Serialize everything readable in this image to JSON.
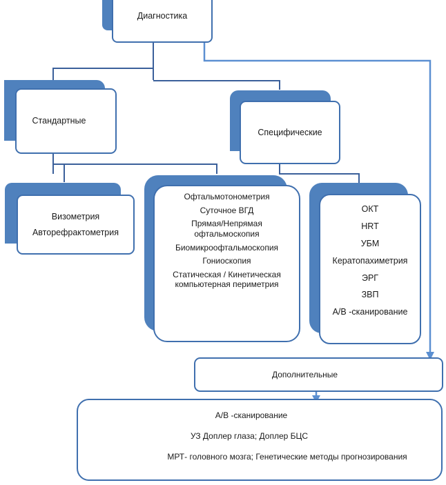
{
  "nodes": {
    "root": {
      "label": "Диагностика"
    },
    "standard": {
      "label": "Стандартные"
    },
    "specific": {
      "label": "Специфические"
    },
    "standard_list_1": {
      "lines": [
        "Визометрия",
        "Авторефрактометрия"
      ]
    },
    "standard_list_2": {
      "lines": [
        "Офтальмотонометрия",
        "Суточное ВГД",
        "Прямая/Непрямая",
        "офтальмоскопия",
        "Биомикроофтальмоскопия",
        "Гониоскопия",
        "Статическая / Кинетическая",
        "компьютерная периметрия"
      ]
    },
    "specific_list": {
      "lines": [
        "ОКТ",
        "HRT",
        "УБМ",
        "Кератопахиметрия",
        "ЭРГ",
        "ЗВП",
        "А/В -сканирование"
      ]
    },
    "additional": {
      "label": "Дополнительные"
    },
    "additional_list": {
      "lines": [
        "А/В -сканирование",
        "УЗ Доплер глаза; Доплер БЦС",
        "МРТ- головного мозга; Генетические методы прогнозирования"
      ]
    }
  },
  "colors": {
    "accent": "#4f81bd",
    "border": "#3f6fae",
    "line": "#3a5f9a",
    "arrow": "#5b8fd1"
  }
}
